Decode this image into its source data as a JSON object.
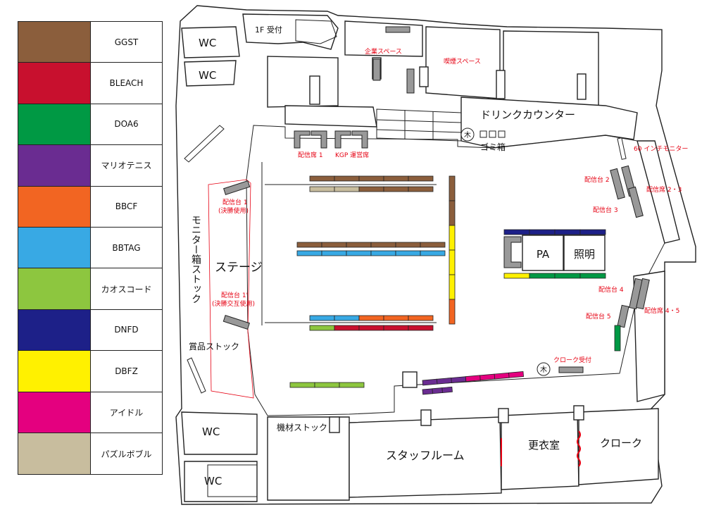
{
  "legend": [
    {
      "label": "GGST",
      "color": "#8b5e3c"
    },
    {
      "label": "BLEACH",
      "color": "#c8102e"
    },
    {
      "label": "DOA6",
      "color": "#009944"
    },
    {
      "label": "マリオテニス",
      "color": "#6a2c91"
    },
    {
      "label": "BBCF",
      "color": "#f26522"
    },
    {
      "label": "BBTAG",
      "color": "#38a9e4"
    },
    {
      "label": "カオスコード",
      "color": "#8dc63f"
    },
    {
      "label": "DNFD",
      "color": "#1d2088"
    },
    {
      "label": "DBFZ",
      "color": "#fff100"
    },
    {
      "label": "アイドル",
      "color": "#e4007f"
    },
    {
      "label": "パズルボブル",
      "color": "#c8bd9e"
    }
  ],
  "rooms": {
    "wc1": "WC",
    "wc2": "WC",
    "wc3": "WC",
    "wc4": "WC",
    "reception": "1F 受付",
    "drink": "ドリンクカウンター",
    "trash": "ゴミ箱",
    "monitor_stock": "モニター箱ストック",
    "stage": "ステージ",
    "prize_stock": "賞品ストック",
    "equip_stock": "機材ストック",
    "staff_room": "スタッフルーム",
    "changing": "更衣室",
    "cloak": "クローク",
    "pa": "PA",
    "lighting": "照明"
  },
  "red_labels": {
    "corp": "企業スペース",
    "smoking": "喫煙スペース",
    "seat1": "配信席 1",
    "kgp": "KGP 運営席",
    "monitor60": "60 インチモニター",
    "stand2": "配信台 2",
    "seat23": "配信席 2・3",
    "stand3": "配信台 3",
    "stand1": "配信台 1",
    "stand1_note": "(決勝使用)",
    "stand1b": "配信台 1'",
    "stand1b_note": "(決勝交互使用)",
    "stand4": "配信台 4",
    "stand5": "配信台 5",
    "seat45": "配信席 4・5",
    "cloak_reception": "クローク受付"
  },
  "tree_glyph": "木"
}
